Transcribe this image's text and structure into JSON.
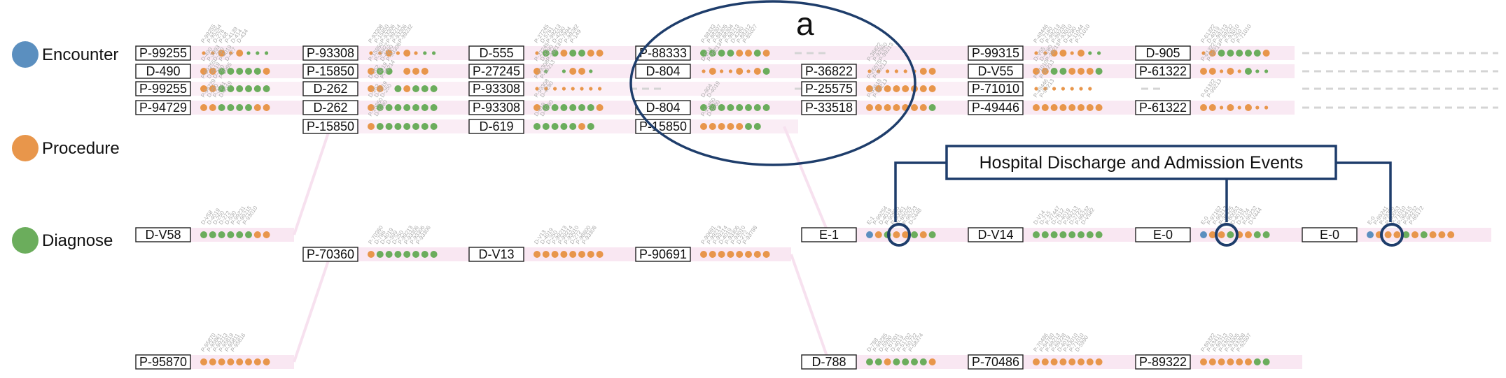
{
  "legend": [
    {
      "label": "Encounter",
      "color": "#5b8fbf"
    },
    {
      "label": "Procedure",
      "color": "#e8964b"
    },
    {
      "label": "Diagnose",
      "color": "#6bad5c"
    }
  ],
  "colors": {
    "encounter": "#5b8fbf",
    "procedure": "#e8964b",
    "diagnose": "#6bad5c",
    "ribbon": "#f7e1ef",
    "dash": "#d4d4d4",
    "annotation": "#1e3d6b"
  },
  "annotations": {
    "ellipse_label": "a",
    "callout_title": "Hospital Discharge and Admission Events"
  },
  "columns": [
    {
      "nodes": [
        {
          "label": "P-99255",
          "dots": "ppPpPddd",
          "seq": [
            "P-99255",
            "P-95254",
            "D-276",
            "P-68",
            "P-4139",
            "D-414",
            "D-434"
          ]
        },
        {
          "label": "D-490",
          "dots": "PPDDDDDP",
          "seq": [
            "D-490",
            "P-3993",
            "D-250",
            "P-4019",
            "D-427"
          ]
        },
        {
          "label": "P-99255",
          "dots": "PPDDDDDD",
          "seq": [
            "P-99255",
            "D-4019",
            "D-250",
            "P-3995"
          ]
        },
        {
          "label": "P-94729",
          "dots": "PPDDDDPP",
          "seq": [
            "P-94729",
            "D-250",
            "P-3961",
            "D-4019"
          ]
        },
        {
          "label": "D-V58",
          "dots": "DDDDDDPP",
          "seq": [
            "D-V58",
            "D-4019",
            "D-250",
            "D-272",
            "D-530",
            "P-99231",
            "P-99215",
            "P-93010"
          ]
        },
        {
          "label": "P-95870",
          "dots": "PPPPPPPP",
          "seq": [
            "P-95870",
            "P-95861",
            "P-99213",
            "P-95819",
            "P-95811",
            "P-95816"
          ]
        }
      ]
    },
    {
      "nodes": [
        {
          "label": "P-93308",
          "dots": "ppPpPpdd",
          "seq": [
            "P-93308",
            "P-15850",
            "P-93306",
            "P-99214",
            "P-93306",
            "P-99232"
          ]
        },
        {
          "label": "P-15850",
          "dots": "PDD.PPP",
          "seq": [
            "P-15850",
            "P-36822",
            "D-4280",
            "P-93308"
          ]
        },
        {
          "label": "D-262",
          "dots": "PP.DPDDD",
          "seq": [
            "D-262",
            "D-4019",
            "P-99214"
          ]
        },
        {
          "label": "D-262",
          "dots": "PDDDDDDD",
          "seq": [
            "D-262",
            "D-4019",
            "D-250"
          ]
        },
        {
          "label": "P-15850",
          "dots": "PDDDDDDD",
          "seq": [
            "P-15850",
            "D-4280"
          ]
        },
        {
          "label": "P-70360",
          "dots": "PDDDDDDD",
          "seq": [
            "P-70360",
            "D-786",
            "D-4019",
            "D-599",
            "D-250",
            "P-99213",
            "P-93306",
            "P-93306",
            "P-93306"
          ]
        }
      ]
    },
    {
      "nodes": [
        {
          "label": "D-555",
          "dots": "pDDPDDPP",
          "seq": [
            "P-27245",
            "D-5761",
            "P-99213",
            "D-4280",
            "D-7994",
            "P-99282",
            "P-149"
          ]
        },
        {
          "label": "P-27245",
          "dots": "Pd.dPPd",
          "seq": [
            "P-27245",
            "D-4280",
            "P-99213"
          ]
        },
        {
          "label": "P-93308",
          "dots": "pppppppp",
          "seq": [
            "P-93308",
            "P-99213"
          ]
        },
        {
          "label": "P-93308",
          "dots": "PDDDDDDP",
          "seq": [
            "P-93308",
            "D-4280"
          ]
        },
        {
          "label": "D-619",
          "dots": "DDDDDPD",
          "seq": [
            "D-619",
            "D-4280"
          ]
        },
        {
          "label": "D-V13",
          "dots": "PPPPPPPP",
          "seq": [
            "D-V13",
            "D-4019",
            "D-250",
            "P-99213",
            "P-99214",
            "P-93010",
            "D-272",
            "P-98800",
            "P-93308"
          ]
        }
      ]
    },
    {
      "nodes": [
        {
          "label": "P-88333",
          "dots": "DDDDPPDP",
          "seq": [
            "P-88333",
            "P-88307",
            "P-88305",
            "P-88304",
            "P-99213",
            "D-4280",
            "P-88312",
            "P-85027"
          ]
        },
        {
          "label": "D-804",
          "dots": "pPppPpPD",
          "seq": [
            "D-804",
            "P-99213"
          ]
        },
        {
          "label": "D-804",
          "dots": "DDDDDDDD",
          "seq": [
            "D-804",
            "D-4019"
          ]
        },
        {
          "label": "P-15850",
          "dots": "PPPPPDD",
          "seq": [
            "P-15850",
            "D-4280"
          ]
        },
        {
          "label": "P-90691",
          "dots": "PPPPPPPP",
          "seq": [
            "P-90691",
            "P-99213",
            "P-99214",
            "D-4019",
            "P-93306",
            "P-93010",
            "D-272",
            "P-93788"
          ]
        }
      ]
    },
    {
      "nodes": [
        {
          "label": "P-36822",
          "dots": "ppppppPP",
          "seq": [
            "P-36822",
            "P-92960",
            "P-99213"
          ]
        },
        {
          "label": "P-25575",
          "dots": "PPPPPPPP",
          "seq": [
            "P-25575",
            "P-99213"
          ]
        },
        {
          "label": "P-33518",
          "dots": "PPPPPPPD",
          "seq": [
            "P-33518",
            "P-99213"
          ]
        },
        {
          "label": "E-1",
          "dots": "EPDPPDPD",
          "seq": [
            "E-1",
            "P-99254",
            "D-4019",
            "P-90935",
            "P-80061",
            "P-85025",
            "P-99223",
            "D-2448"
          ]
        },
        {
          "label": "D-788",
          "dots": "DDPDDDDP",
          "seq": [
            "D-788",
            "P-99285",
            "D-5990",
            "P-87001",
            "D-4019",
            "P-51702",
            "P-50722",
            "P-58374"
          ]
        }
      ]
    },
    {
      "nodes": [
        {
          "label": "P-99315",
          "dots": "ppPPpPdd",
          "seq": [
            "P-49446",
            "D-7160",
            "P-99213",
            "P-99239",
            "P-93010",
            "D-4280",
            "P-11044",
            "P-71010"
          ]
        },
        {
          "label": "D-V55",
          "dots": "PPDDPPPD",
          "seq": [
            "D-V55",
            "D-4280",
            "P-99213"
          ]
        },
        {
          "label": "P-71010",
          "dots": "ppppppp",
          "seq": [
            "P-71010",
            "P-99213"
          ]
        },
        {
          "label": "P-49446",
          "dots": "PPPPPPPP",
          "seq": [
            "P-49446",
            "P-99213"
          ]
        },
        {
          "label": "D-V14",
          "dots": "DDDDDDDD",
          "seq": [
            "D-V14",
            "D-715",
            "P-27447",
            "D-7812",
            "D-4019",
            "P-99213",
            "D-2722",
            "P-99232",
            "D-V582"
          ]
        },
        {
          "label": "P-70486",
          "dots": "PPPPPPPP",
          "seq": [
            "P-70486",
            "P-94760",
            "P-99213",
            "P-99228",
            "D-4019",
            "P-93010",
            "P-71010",
            "D-5990"
          ]
        }
      ]
    },
    {
      "nodes": [
        {
          "label": "D-905",
          "dots": "pPDDDDDP",
          "seq": [
            "P-61322",
            "D-4019",
            "P-99213",
            "P-99232",
            "P-93010",
            "D-250",
            "P-71010"
          ]
        },
        {
          "label": "P-61322",
          "dots": "PPpPpDdd",
          "seq": [
            "P-61322",
            "P-99213"
          ]
        },
        {
          "label": "P-61322",
          "dots": "PPpPpPpp",
          "seq": [
            "P-61322",
            "P-99213"
          ]
        },
        {
          "label": "E-0",
          "dots": "EPPDPPDD",
          "seq": [
            "E-0",
            "P-97162",
            "P-99213",
            "P-36425",
            "P-80053",
            "D-4019",
            "D-2724",
            "P-99232",
            "D-V444"
          ]
        },
        {
          "label": "P-89322",
          "dots": "PPPPPPDD",
          "seq": [
            "P-89322",
            "P-93411",
            "P-99213",
            "P-93010",
            "P-93005",
            "P-93308",
            "P-92507"
          ]
        }
      ]
    },
    {
      "nodes": [
        {
          "label": "E-0",
          "dots": "EPPPDPDPPP",
          "seq": [
            "E-0",
            "P-99241",
            "P-93306",
            "P-80053",
            "P-71010",
            "P-36415",
            "P-99232",
            "P-85172"
          ]
        }
      ]
    }
  ]
}
